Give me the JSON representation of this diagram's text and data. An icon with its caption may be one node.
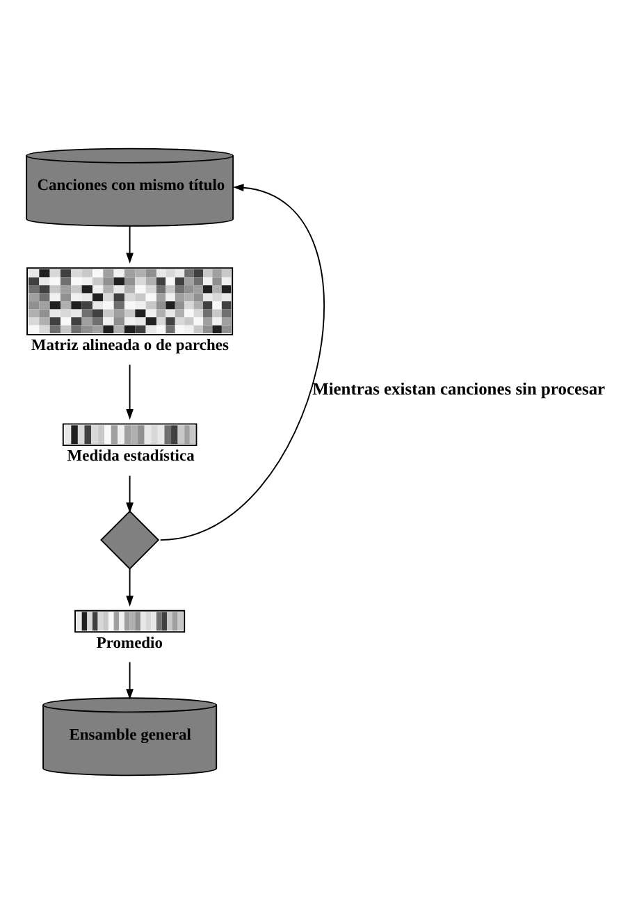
{
  "diagram": {
    "nodes": [
      {
        "text": [
          "Canciones con mismo título"
        ]
      },
      {
        "text": [
          "Matriz alineada o de parches"
        ]
      },
      {
        "text": [
          "Medida estadística"
        ]
      },
      {
        "text": [],
        "shape": "diamond"
      },
      {
        "text": [
          "Promedio"
        ]
      },
      {
        "text": [
          "Ensamble general"
        ]
      }
    ],
    "edges": [
      {
        "from": 0,
        "to": 1,
        "arrow": "to"
      },
      {
        "from": 1,
        "to": 2,
        "arrow": "to"
      },
      {
        "from": 2,
        "to": 3,
        "arrow": "to"
      },
      {
        "from": 3,
        "to": 4,
        "arrow": "to"
      },
      {
        "from": 4,
        "to": 5,
        "arrow": "to"
      },
      {
        "from": 3,
        "to": 0,
        "arrow": "to",
        "label": "Mientras existan canciones sin procesar"
      }
    ]
  }
}
